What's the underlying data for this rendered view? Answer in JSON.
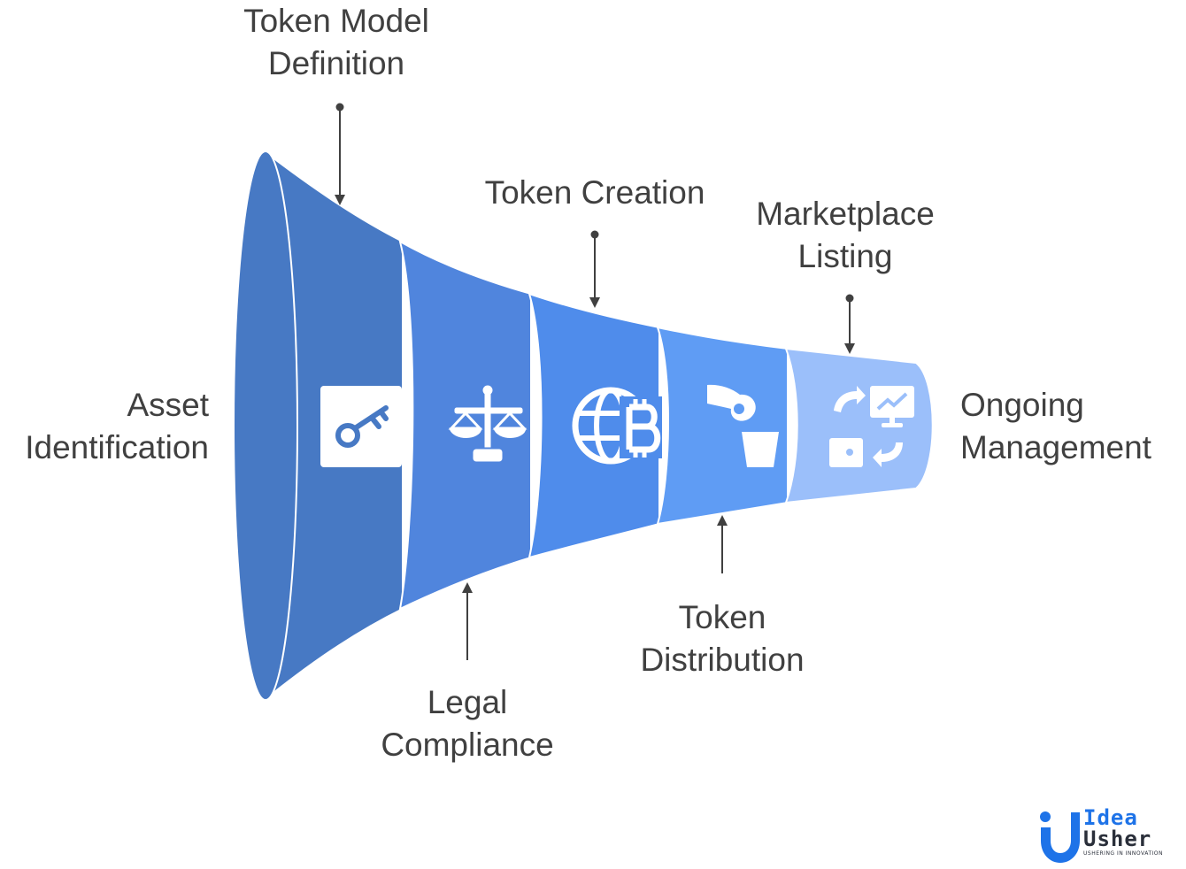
{
  "stages": [
    {
      "id": "asset-identification",
      "lines": [
        "Asset",
        "Identification"
      ],
      "icon": "key-icon",
      "color": "#4779C4"
    },
    {
      "id": "token-model-definition",
      "lines": [
        "Token Model",
        "Definition"
      ],
      "icon": "",
      "color": "#4779C4"
    },
    {
      "id": "legal-compliance",
      "lines": [
        "Legal",
        "Compliance"
      ],
      "icon": "scales-icon",
      "color": "#5085DD"
    },
    {
      "id": "token-creation",
      "lines": [
        "Token Creation"
      ],
      "icon": "globe-bitcoin-icon",
      "color": "#4F8CEB"
    },
    {
      "id": "token-distribution",
      "lines": [
        "Token",
        "Distribution"
      ],
      "icon": "bucket-pour-icon",
      "color": "#5F9CF4"
    },
    {
      "id": "marketplace-listing",
      "lines": [
        "Marketplace",
        "Listing"
      ],
      "icon": "",
      "color": "#9BBFFA"
    },
    {
      "id": "ongoing-management",
      "lines": [
        "Ongoing",
        "Management"
      ],
      "icon": "dashboard-cycle-icon",
      "color": "#9BBFFA"
    }
  ],
  "logo": {
    "line1": "Idea",
    "line2": "Usher",
    "tagline": "USHERING IN INNOVATION",
    "accent": "#1E73E8",
    "dark": "#2A2F3A"
  }
}
